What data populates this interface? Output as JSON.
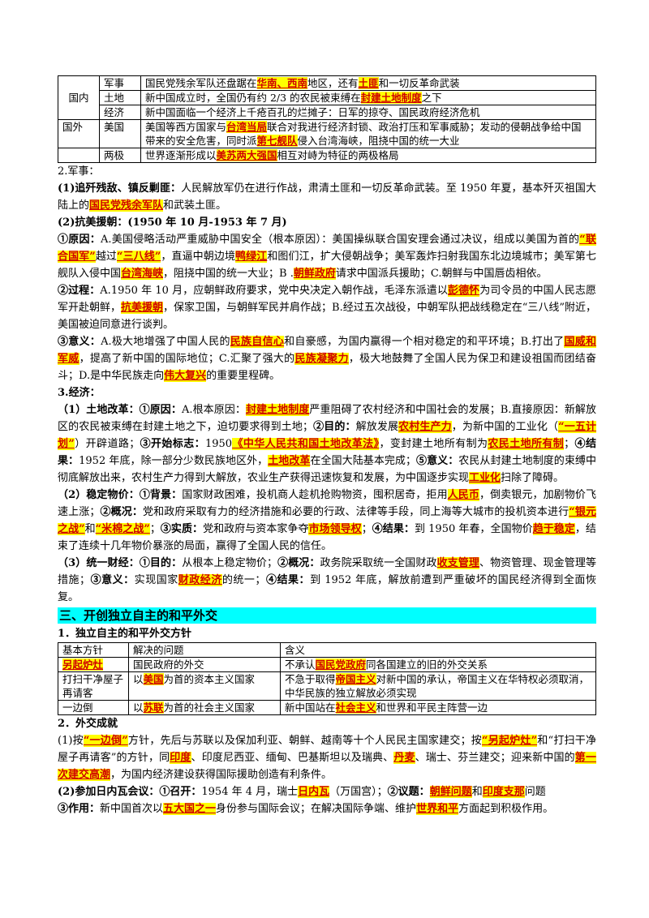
{
  "table1": {
    "rows": [
      {
        "c1": "",
        "c2": "军事",
        "pre": "国民党残余军队还盘踞在",
        "h1": "华南、西南",
        "mid": "地区，还有",
        "h2": "土匪",
        "post": "和一切反革命武装"
      },
      {
        "c1": "国内",
        "c2": "土地",
        "pre": "新中国成立时，全国仍有约 2/3 的农民被束缚在",
        "h1": "封建土地制度",
        "post": "之下"
      },
      {
        "c1": "",
        "c2": "经济",
        "text": "新中国面临一个经济上千疮百孔的烂摊子：日军的掠夺、国民政府经济危机"
      },
      {
        "c1": "国外",
        "c2": "美国",
        "pre": "美国等西方国家与",
        "h1": "台湾当局",
        "mid": "联合对我进行经济封锁、政治打压和军事威胁；发动的侵朝战争给中国带来的安全危害，同时派",
        "h2": "第七舰队",
        "post": "侵入台湾海峡，阻挠中国的统一大业"
      },
      {
        "c1": "",
        "c2": "两极",
        "pre": "世界逐渐形成以",
        "h1": "美苏两大强国",
        "post": "相互对峙为特征的两极格局"
      }
    ]
  },
  "military": {
    "heading": "2.军事：",
    "p1_lead": "(1)追歼残敌、镇反剿匪：",
    "p1_a": "人民解放军仍在进行作战，肃清土匪和一切反革命武装。至 1950 年夏，基本歼灭祖国大陆上的",
    "p1_h": "国民党残余军队",
    "p1_b": "和武装土匪。",
    "p2_lead": "(2)抗美援朝：(1950 年 10 月-1953 年 7 月)",
    "p3_lead": "①原因：",
    "p3_a": "A.美国侵略活动严重威胁中国安全（根本原因）：美国操纵联合国安理会通过决议，组成以美国为首的",
    "p3_h1": "“联合国军”",
    "p3_b": "越过",
    "p3_h2": "“三八线”",
    "p3_c": "，直逼中朝边境",
    "p3_h3": "鸭绿江",
    "p3_d": "和图们江，扩大侵朝战争；美军轰炸扫射我国东北边境城市；美军第七舰队入侵中国",
    "p3_h4": "台湾海峡",
    "p3_e": "，阻挠中国的统一大业；B .",
    "p3_h5": "朝鲜政府",
    "p3_f": "请求中国派兵援助；C.朝鲜与中国唇齿相依。",
    "p4_lead": "②过程：",
    "p4_a": "A.1950 年 10 月，应朝鲜政府要求，党中央决定入朝作战，毛泽东派遣以",
    "p4_h1": "彭德怀",
    "p4_b": "为司令员的中国人民志愿军开赴朝鲜，",
    "p4_h2": "抗美援朝",
    "p4_c": "，保家卫国，与朝鲜军民并肩作战；B.经过五次战役，中朝军队把战线稳定在“三八线”附近，美国被迫同意进行谈判。",
    "p5_lead": "③意义：",
    "p5_a": "A.极大地增强了中国人民的",
    "p5_h1": "民族自信心",
    "p5_b": "和自豪感，为国内赢得一个相对稳定的和平环境；B.打出了",
    "p5_h2": "国威和军威",
    "p5_c": "，提高了新中国的国际地位；C.汇聚了强大的",
    "p5_h3": "民族凝聚力",
    "p5_d": "，极大地鼓舞了全国人民为保卫和建设祖国而团结奋斗；D.是中华民族走向",
    "p5_h4": "伟大复兴",
    "p5_e": "的重要里程碑。"
  },
  "economy": {
    "heading": "3.经济：",
    "land_lead": "（1）土地改革：",
    "land_l1": "①原因：",
    "land_a": "A.根本原因：",
    "land_h1": "封建土地制度",
    "land_b": "严重阻碍了农村经济和中国社会的发展；B.直接原因：新解放区的农民被束缚在封建土地之下，迫切要求得到土地；",
    "land_l2": "②目的：",
    "land_c": "解放发展",
    "land_h2": "农村生产力",
    "land_d": "，为新中国的工业化（",
    "land_h3": "“一五计划”",
    "land_e": "）开辟道路；",
    "land_l3": "③开始标志：",
    "land_f": "1950",
    "land_h4": "《中华人民共和国土地改革法》",
    "land_g": "，变封建土地所有制为",
    "land_h5": "农民土地所有制",
    "land_h": "；",
    "land_l4": "④结果：",
    "land_i": "1952 年底，除一部分少数民族地区外，",
    "land_h6": "土地改革",
    "land_j": "在全国大陆基本完成；",
    "land_l5": "⑤意义：",
    "land_k": "农民从封建土地制度的束缚中彻底解放出来，农村生产力得到大解放，农业生产获得迅速恢复和发展，为中国逐步实现",
    "land_h7": "工业化",
    "land_m": "扫除了障碍。",
    "price_lead": "（2）稳定物价：",
    "price_l1": "①背景：",
    "price_a": "国家财政困难，投机商人趁机抢购物资，囤积居奇，拒用",
    "price_h1": "人民币",
    "price_b": "，倒卖银元，加剧物价飞速上涨；",
    "price_l2": "②概况：",
    "price_c": "党和政府采取有力的经济措施和必要的行政、法律等手段，同上海等大城市的投机资本进行",
    "price_h2": "“银元之战”",
    "price_d": "和",
    "price_h3": "“米棉之战”",
    "price_e": "；",
    "price_l3": "③实质：",
    "price_f": "党和政府与资本家争夺",
    "price_h4": "市场领导权",
    "price_g": "；",
    "price_l4": "④结果：",
    "price_h": "到 1950 年春，全国物价",
    "price_h5": "趋于稳定",
    "price_i": "，结束了连续十几年物价暴涨的局面，赢得了全国人民的信任。",
    "fin_lead": "（3）统一财经：",
    "fin_l1": "①目的：",
    "fin_a": "从根本上稳定物价；",
    "fin_l2": "②概况：",
    "fin_b": "政务院采取统一全国财政",
    "fin_h1": "收支管理",
    "fin_c": "、物资管理、现金管理等措施；",
    "fin_l3": "③意义：",
    "fin_d": "实现国家",
    "fin_h2": "财政经济",
    "fin_e": "的统一；",
    "fin_l4": "④结果：",
    "fin_f": "到 1952 年底，解放前遭到严重破坏的国民经济得到全面恢复。"
  },
  "section3_title": "三、开创独立自主的和平外交",
  "policy": {
    "heading": "1．独立自主的和平外交方针",
    "headers": [
      "基本方针",
      "解决的问题",
      "含义"
    ],
    "r1c1": "另起炉灶",
    "r1c2": "国民政府的外交",
    "r1c3_a": "不承认",
    "r1c3_h": "国民党政府",
    "r1c3_b": "同各国建立的旧的外交关系",
    "r2c1": "打扫干净屋子再请客",
    "r2c2_a": "以",
    "r2c2_h": "美国",
    "r2c2_b": "为首的资本主义国家",
    "r2c3_a": "不急于取得",
    "r2c3_h": "帝国主义",
    "r2c3_b": "对新中国的承认，帝国主义在华特权必须取消，中华民族的独立解放必须实现",
    "r3c1": "一边倒",
    "r3c2_a": "以",
    "r3c2_h": "苏联",
    "r3c2_b": "为首的社会主义国家",
    "r3c3_a": "新中国站在",
    "r3c3_h": "社会主义",
    "r3c3_b": "和世界和平民主阵营一边"
  },
  "diplomacy": {
    "heading": "2．外交成就",
    "p1_a": "(1)按",
    "p1_h1": "“一边倒”",
    "p1_b": "方针，先后与苏联以及保加利亚、朝鲜、越南等十个人民民主国家建交；按",
    "p1_h2": "“另起炉灶”",
    "p1_c": "和“打扫干净屋子再请客”的方针，同",
    "p1_h3": "印度",
    "p1_d": "、印度尼西亚、缅甸、巴基斯坦以及瑞典、",
    "p1_h4": "丹麦",
    "p1_e": "、瑞士、芬兰建交；迎来新中国的",
    "p1_h5": "第一次建交高潮",
    "p1_f": "，为国内经济建设获得国际援助创造有利条件。",
    "p2_lead": "(2)参加日内瓦会议：",
    "p2_l1": "①召开：",
    "p2_a": "1954 年 4 月，瑞士",
    "p2_h1": "日内瓦",
    "p2_b": "（万国宫）；",
    "p2_l2": "②议题：",
    "p2_h2": "朝鲜问题",
    "p2_c": "和",
    "p2_h3": "印度支那",
    "p2_d": "问题",
    "p2_l3": "③作用：",
    "p2_e": "新中国首次以",
    "p2_h4": "五大国之一",
    "p2_f": "身份参与国际会议；在解决国际争端、维护",
    "p2_h5": "世界和平",
    "p2_g": "方面起到积极作用。"
  }
}
